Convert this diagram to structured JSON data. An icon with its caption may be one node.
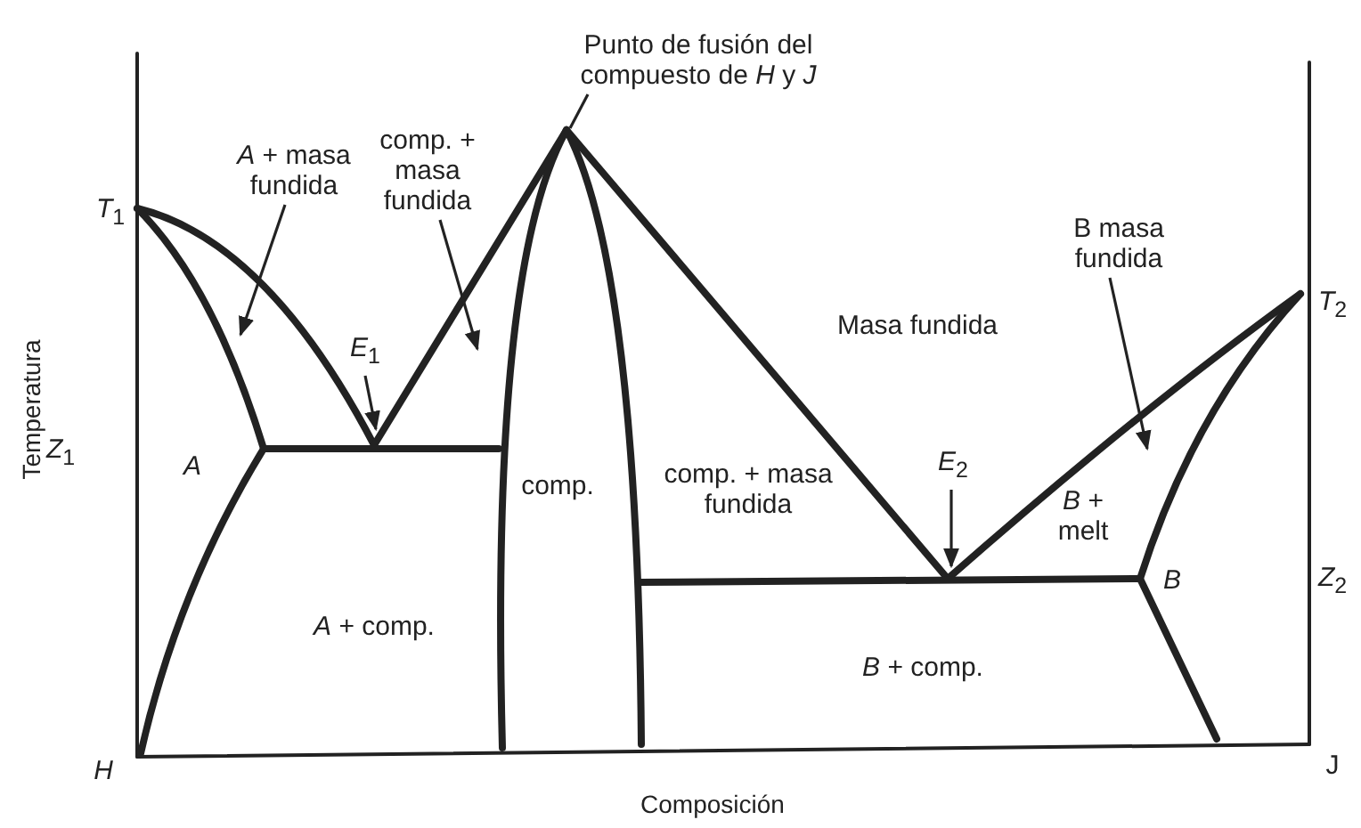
{
  "diagram": {
    "nodes": [
      {
        "text": [
          "Punto de fusión del compuesto de *H* y *J*"
        ]
      },
      {
        "text": [
          "*A* + masa fundida"
        ]
      },
      {
        "text": [
          "comp. + masa fundida"
        ]
      },
      {
        "text": [
          "*E*$_{1}$"
        ]
      },
      {
        "text": [
          "B masa fundida"
        ]
      },
      {
        "text": [
          "*E*$_{2}$"
        ]
      }
    ],
    "edges": [
      {
        "from": 0,
        "to": null,
        "arrow": "none"
      },
      {
        "from": 1,
        "to": null,
        "arrow": "to"
      },
      {
        "from": 2,
        "to": null,
        "arrow": "to"
      },
      {
        "from": 3,
        "to": null,
        "arrow": "to"
      },
      {
        "from": 4,
        "to": null,
        "arrow": "to"
      },
      {
        "from": 5,
        "to": null,
        "arrow": "to"
      }
    ],
    "labels": [
      "*T*$_{1}$",
      "*T*$_{2}$",
      "Masa fundida",
      "*Z*$_{1}$",
      "A",
      "comp.",
      "comp. + masa fundida",
      "*B* + melt",
      "*Z*$_{2}$",
      "B",
      "*A* + comp.",
      "*B* + comp.",
      "H",
      "J",
      "Temperatura",
      "Composición"
    ]
  }
}
